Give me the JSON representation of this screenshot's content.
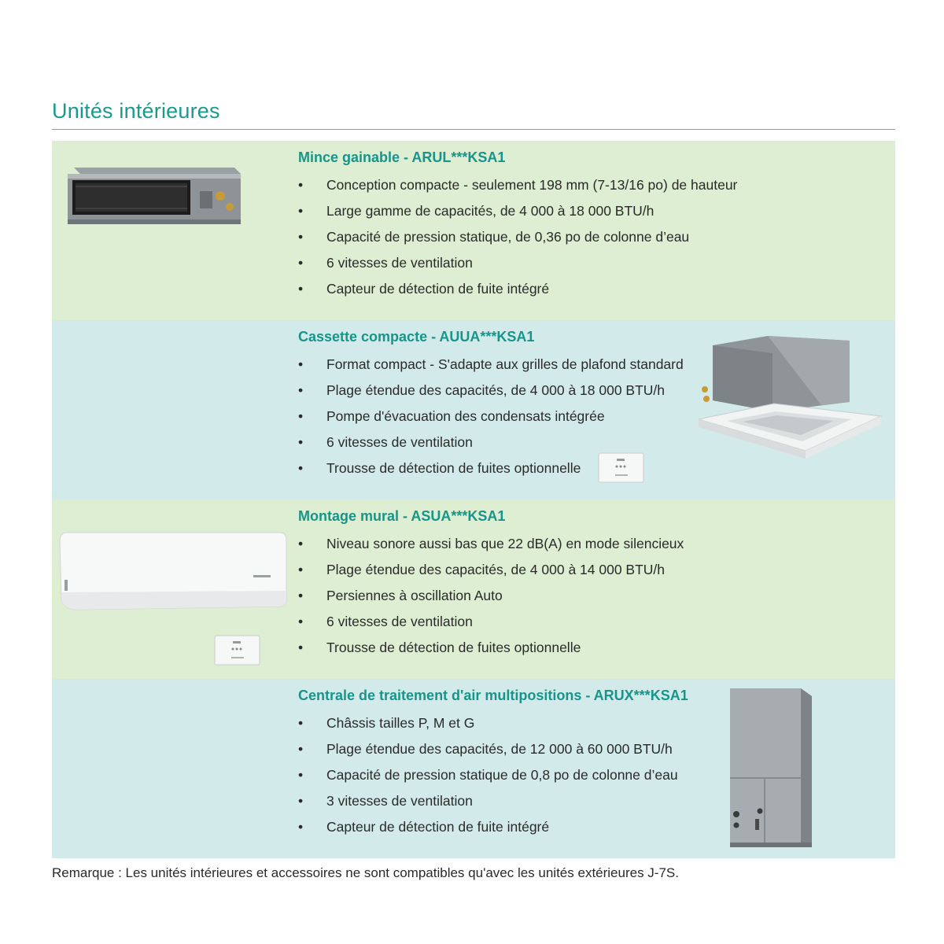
{
  "page_title": "Unités intérieures",
  "sections": [
    {
      "title": "Mince gainable - ARUL***KSA1",
      "features": [
        "Conception compacte - seulement 198 mm (7-13/16 po) de hauteur",
        "Large gamme de capacités, de 4 000 à 18 000 BTU/h",
        "Capacité de pression statique, de 0,36 po de colonne d’eau",
        "6 vitesses de ventilation",
        "Capteur de détection de fuite intégré"
      ]
    },
    {
      "title": "Cassette compacte - AUUA***KSA1",
      "features": [
        "Format compact - S'adapte aux grilles de plafond standard",
        "Plage étendue des capacités, de 4 000 à 18 000 BTU/h",
        "Pompe d'évacuation des condensats intégrée",
        "6 vitesses de ventilation",
        "Trousse de détection de fuites optionnelle"
      ]
    },
    {
      "title": "Montage mural - ASUA***KSA1",
      "features": [
        "Niveau sonore aussi bas que 22 dB(A) en mode silencieux",
        "Plage étendue des capacités, de 4 000 à 14 000 BTU/h",
        "Persiennes à oscillation Auto",
        "6 vitesses de ventilation",
        "Trousse de détection de fuites optionnelle"
      ]
    },
    {
      "title": "Centrale de traitement d'air multipositions - ARUX***KSA1",
      "features": [
        "Châssis tailles P, M et G",
        "Plage étendue des capacités, de 12 000 à 60 000 BTU/h",
        "Capacité de pression statique de 0,8 po de colonne d’eau",
        "3 vitesses de ventilation",
        "Capteur de détection de fuite intégré"
      ]
    }
  ],
  "bullet": "•",
  "note": "Remarque : Les unités intérieures et accessoires ne sont compatibles qu'avec les unités extérieures J-7S.",
  "colors": {
    "accent": "#17958a",
    "green_band": "#ddeed2",
    "blue_band": "#d3eaea"
  }
}
